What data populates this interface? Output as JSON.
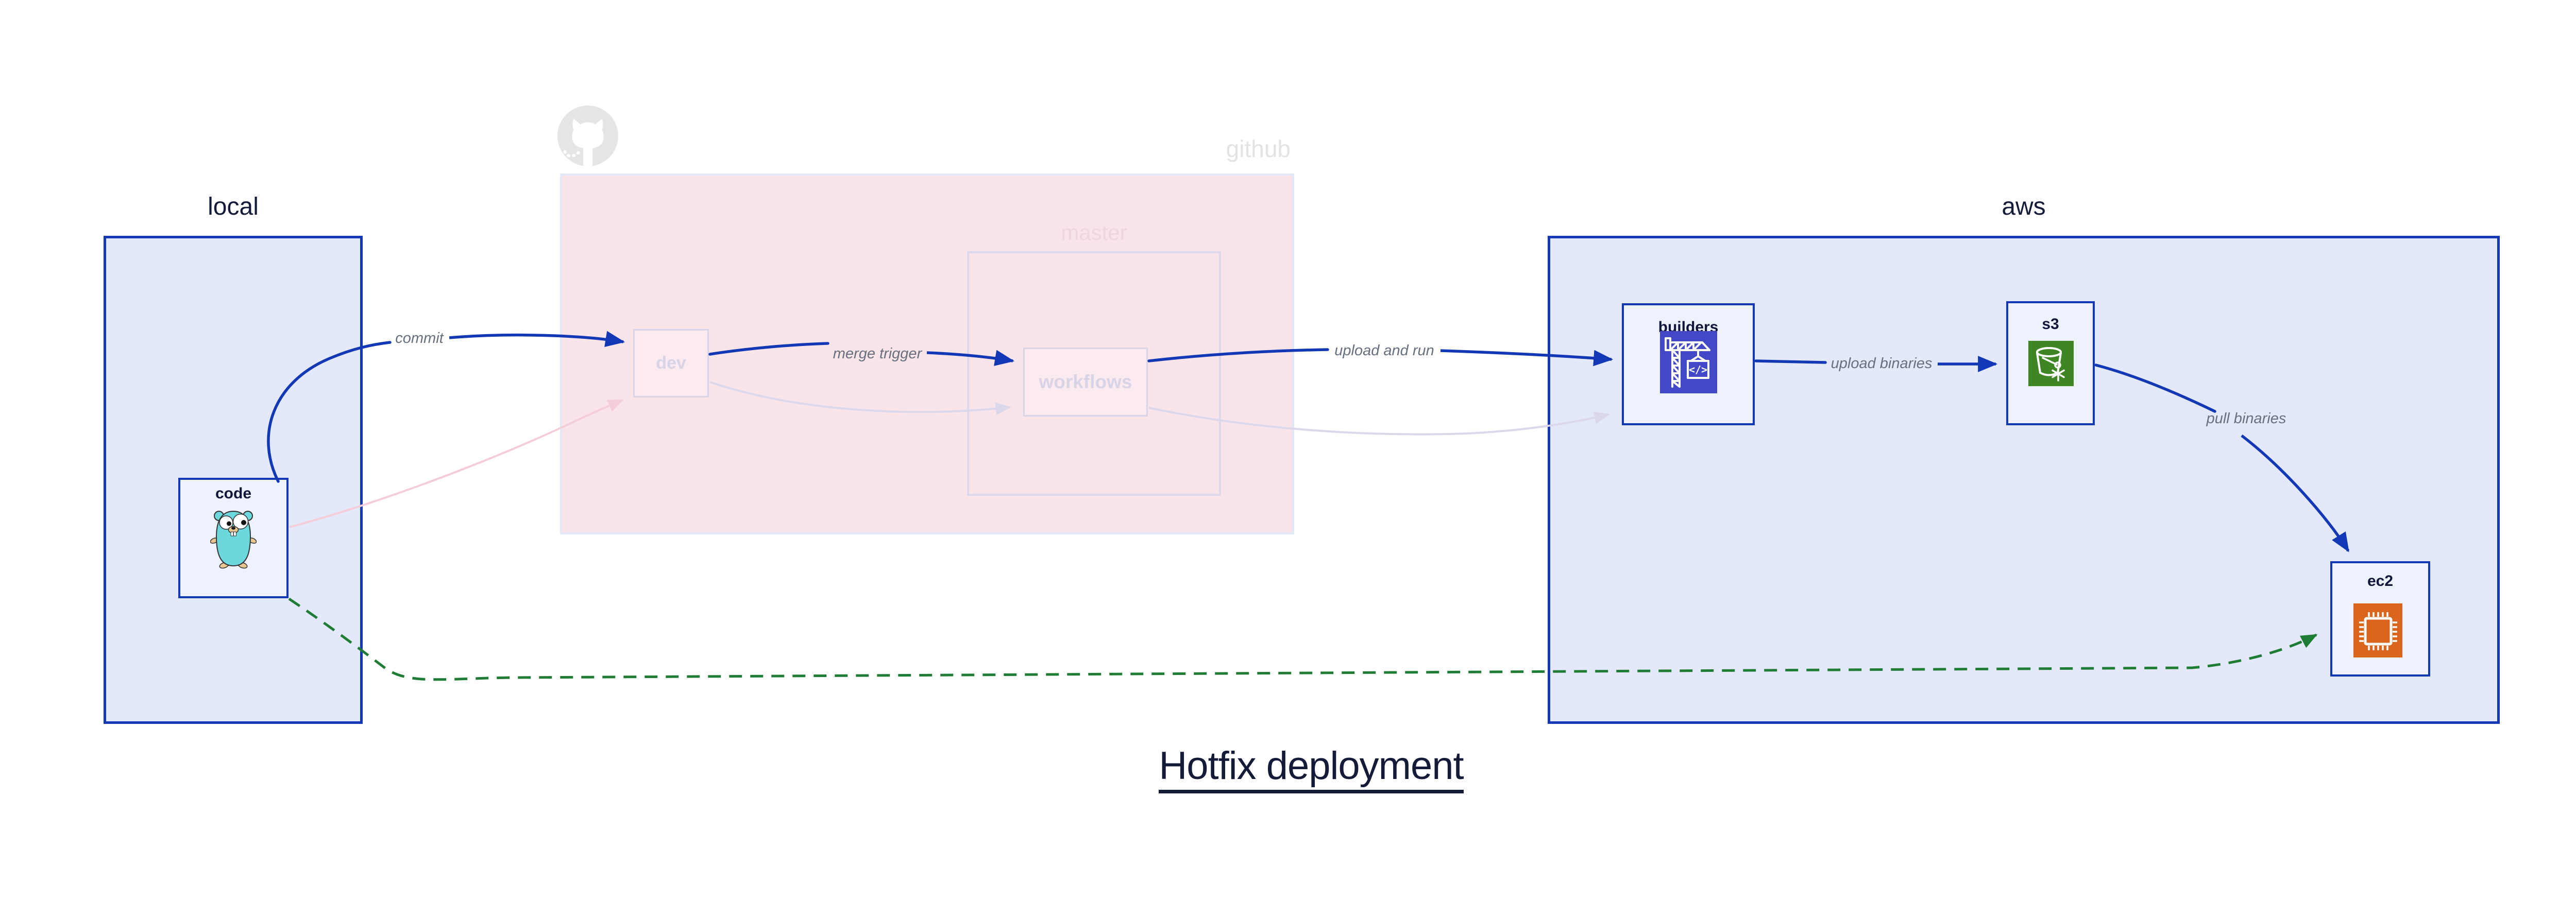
{
  "title": "Hotfix deployment",
  "groups": {
    "local": {
      "label": "local"
    },
    "github": {
      "label": "github",
      "master": {
        "label": "master"
      }
    },
    "aws": {
      "label": "aws"
    }
  },
  "nodes": {
    "code": {
      "label": "code",
      "icon": "go-gopher-icon"
    },
    "dev": {
      "label": "dev"
    },
    "workflows": {
      "label": "workflows"
    },
    "builders": {
      "label": "builders",
      "icon": "codebuild-crane-icon",
      "icon_color": "#4348c8"
    },
    "s3": {
      "label": "s3",
      "icon": "s3-glacier-bucket-icon",
      "icon_color": "#3e8624"
    },
    "ec2": {
      "label": "ec2",
      "icon": "ec2-chip-icon",
      "icon_color": "#d9661c"
    }
  },
  "edges": [
    {
      "id": "commit",
      "from": "code",
      "to": "dev",
      "label": "commit",
      "style": "solid",
      "color": "#1238b6"
    },
    {
      "id": "merge-trigger",
      "from": "dev",
      "to": "workflows",
      "label": "merge trigger",
      "style": "solid",
      "color": "#1238b6"
    },
    {
      "id": "upload-and-run",
      "from": "workflows",
      "to": "builders",
      "label": "upload and run",
      "style": "solid",
      "color": "#1238b6"
    },
    {
      "id": "upload-binaries",
      "from": "builders",
      "to": "s3",
      "label": "upload binaries",
      "style": "solid",
      "color": "#1238b6"
    },
    {
      "id": "pull-binaries",
      "from": "s3",
      "to": "ec2",
      "label": "pull binaries",
      "style": "solid",
      "color": "#1238b6"
    },
    {
      "id": "code-to-dev-faded",
      "from": "code",
      "to": "dev",
      "label": "",
      "style": "faded",
      "color": "#f4cdd8"
    },
    {
      "id": "dev-to-workflows-faded",
      "from": "dev",
      "to": "workflows",
      "label": "",
      "style": "faded",
      "color": "#dcd8ec"
    },
    {
      "id": "workflows-to-builders-faded",
      "from": "workflows",
      "to": "builders",
      "label": "",
      "style": "faded",
      "color": "#dcd8ec"
    },
    {
      "id": "hotfix-direct-deploy",
      "from": "code",
      "to": "ec2",
      "label": "",
      "style": "dashed-green",
      "color": "#1f7c35"
    }
  ],
  "colors": {
    "accent_blue": "#1238b6",
    "group_fill_blue": "#e3e9fa",
    "node_fill": "#eef2fc",
    "github_fill_pink": "#f9e4e9",
    "faded_lavender": "#dcd8ec",
    "faded_pink": "#f4cdd8",
    "green_dashed": "#1f7c35",
    "navy_text": "#141b38",
    "edge_label_gray": "#68707f"
  }
}
